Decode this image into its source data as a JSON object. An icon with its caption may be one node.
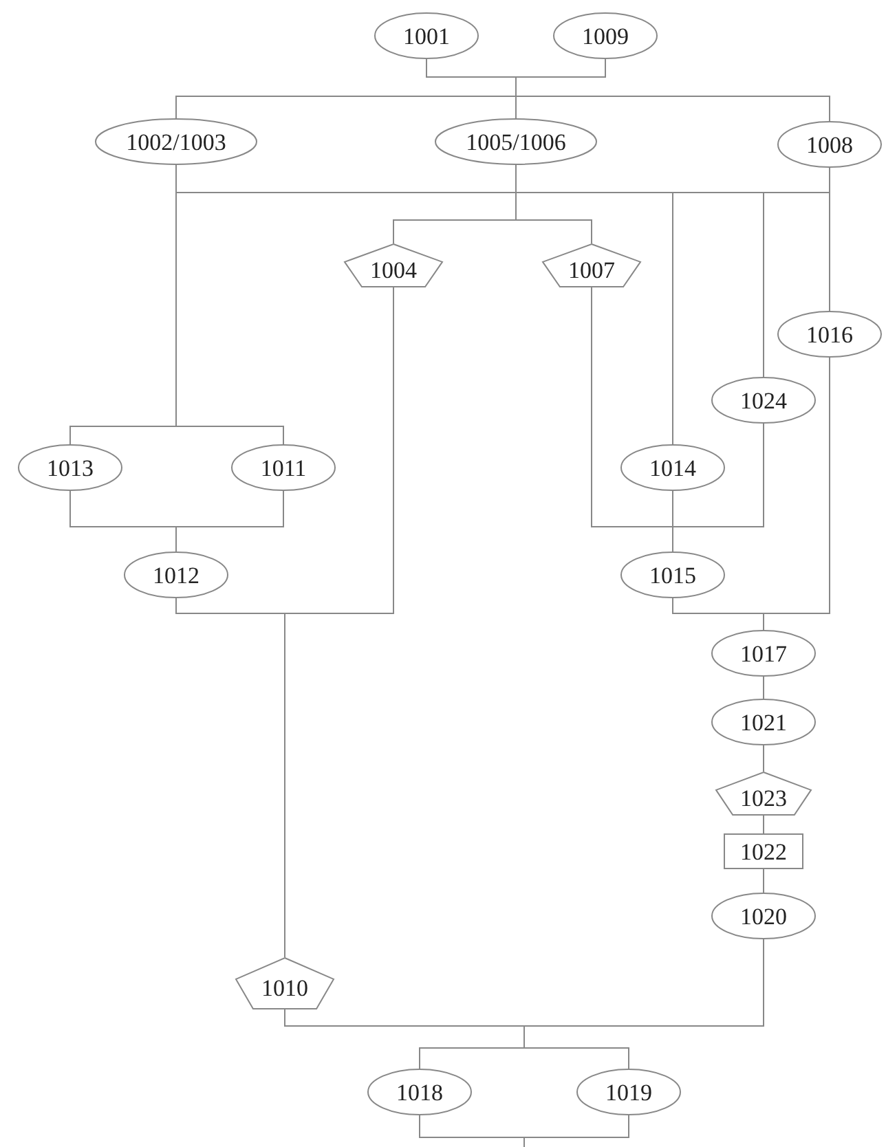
{
  "diagram": {
    "nodes": [
      {
        "text": [
          "1001"
        ]
      },
      {
        "text": [
          "1009"
        ]
      },
      {
        "text": [
          "1002/1003"
        ]
      },
      {
        "text": [
          "1005/1006"
        ]
      },
      {
        "text": [
          "1008"
        ]
      },
      {
        "text": [
          "1004"
        ]
      },
      {
        "text": [
          "1007"
        ]
      },
      {
        "text": [
          "1016"
        ]
      },
      {
        "text": [
          "1024"
        ]
      },
      {
        "text": [
          "1013"
        ]
      },
      {
        "text": [
          "1011"
        ]
      },
      {
        "text": [
          "1014"
        ]
      },
      {
        "text": [
          "1012"
        ]
      },
      {
        "text": [
          "1015"
        ]
      },
      {
        "text": [
          "1017"
        ]
      },
      {
        "text": [
          "1021"
        ]
      },
      {
        "text": [
          "1023"
        ]
      },
      {
        "text": [
          "1022"
        ]
      },
      {
        "text": [
          "1020"
        ]
      },
      {
        "text": [
          "1010"
        ]
      },
      {
        "text": [
          "1018"
        ]
      },
      {
        "text": [
          "1019"
        ]
      }
    ],
    "edges": [
      {
        "from": 0,
        "to": 2,
        "arrow": "none"
      },
      {
        "from": 0,
        "to": 3,
        "arrow": "none"
      },
      {
        "from": 0,
        "to": 4,
        "arrow": "none"
      },
      {
        "from": 1,
        "to": 2,
        "arrow": "none"
      },
      {
        "from": 1,
        "to": 3,
        "arrow": "none"
      },
      {
        "from": 1,
        "to": 4,
        "arrow": "none"
      },
      {
        "from": 2,
        "to": 5,
        "arrow": "none"
      },
      {
        "from": 2,
        "to": 6,
        "arrow": "none"
      },
      {
        "from": 2,
        "to": 9,
        "arrow": "none"
      },
      {
        "from": 2,
        "to": 10,
        "arrow": "none"
      },
      {
        "from": 2,
        "to": 11,
        "arrow": "none"
      },
      {
        "from": 2,
        "to": 8,
        "arrow": "none"
      },
      {
        "from": 2,
        "to": 7,
        "arrow": "none"
      },
      {
        "from": 3,
        "to": 5,
        "arrow": "none"
      },
      {
        "from": 3,
        "to": 6,
        "arrow": "none"
      },
      {
        "from": 3,
        "to": 9,
        "arrow": "none"
      },
      {
        "from": 3,
        "to": 10,
        "arrow": "none"
      },
      {
        "from": 3,
        "to": 11,
        "arrow": "none"
      },
      {
        "from": 3,
        "to": 8,
        "arrow": "none"
      },
      {
        "from": 3,
        "to": 7,
        "arrow": "none"
      },
      {
        "from": 4,
        "to": 5,
        "arrow": "none"
      },
      {
        "from": 4,
        "to": 6,
        "arrow": "none"
      },
      {
        "from": 4,
        "to": 9,
        "arrow": "none"
      },
      {
        "from": 4,
        "to": 10,
        "arrow": "none"
      },
      {
        "from": 4,
        "to": 11,
        "arrow": "none"
      },
      {
        "from": 4,
        "to": 8,
        "arrow": "none"
      },
      {
        "from": 4,
        "to": 7,
        "arrow": "none"
      },
      {
        "from": 9,
        "to": 12,
        "arrow": "none"
      },
      {
        "from": 10,
        "to": 12,
        "arrow": "none"
      },
      {
        "from": 12,
        "to": 19,
        "arrow": "none"
      },
      {
        "from": 5,
        "to": 19,
        "arrow": "none"
      },
      {
        "from": 6,
        "to": 13,
        "arrow": "none"
      },
      {
        "from": 11,
        "to": 13,
        "arrow": "none"
      },
      {
        "from": 8,
        "to": 13,
        "arrow": "none"
      },
      {
        "from": 13,
        "to": 14,
        "arrow": "none"
      },
      {
        "from": 7,
        "to": 14,
        "arrow": "none"
      },
      {
        "from": 14,
        "to": 15,
        "arrow": "none"
      },
      {
        "from": 15,
        "to": 16,
        "arrow": "none"
      },
      {
        "from": 16,
        "to": 17,
        "arrow": "none"
      },
      {
        "from": 17,
        "to": 18,
        "arrow": "none"
      },
      {
        "from": 19,
        "to": 20,
        "arrow": "none"
      },
      {
        "from": 19,
        "to": 21,
        "arrow": "none"
      },
      {
        "from": 18,
        "to": 20,
        "arrow": "none"
      },
      {
        "from": 18,
        "to": 21,
        "arrow": "none"
      },
      {
        "from": 20,
        "to": null,
        "arrow": "none"
      },
      {
        "from": 21,
        "to": null,
        "arrow": "none"
      }
    ]
  }
}
